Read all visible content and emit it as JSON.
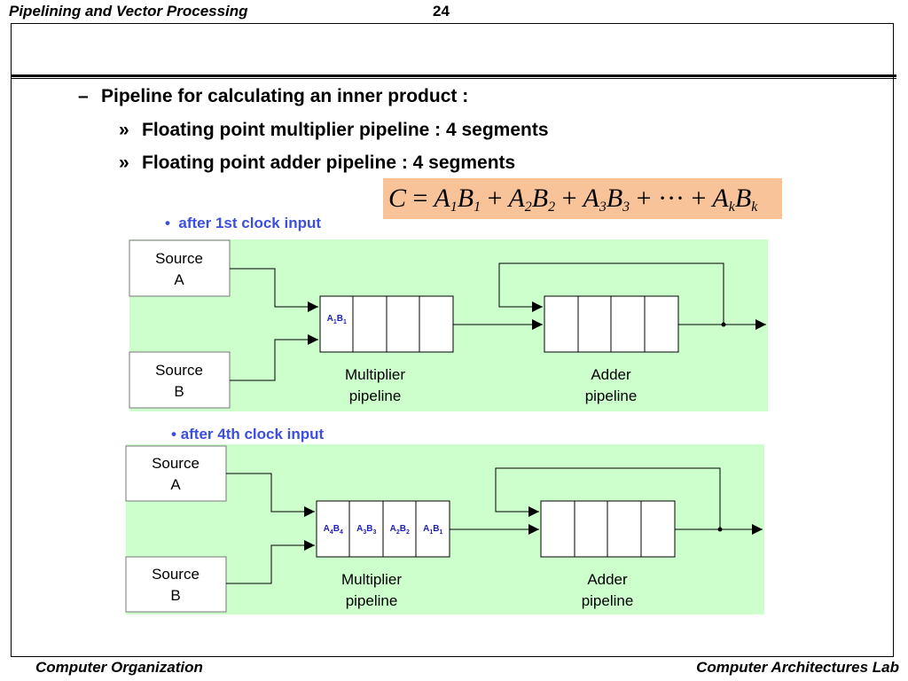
{
  "header": {
    "title": "Pipelining and Vector Processing",
    "page_number": "24"
  },
  "bullets": {
    "level1": {
      "marker": "–",
      "text": "Pipeline for calculating an inner product :"
    },
    "level2": [
      {
        "marker": "»",
        "text": "Floating point multiplier pipeline : 4 segments"
      },
      {
        "marker": "»",
        "text": "Floating point adder pipeline : 4 segments"
      }
    ]
  },
  "formula": "C = A1B1 + A2B2 + A3B3 + ··· + AkBk",
  "diagrams": [
    {
      "caption_marker": "•",
      "caption": "after 1st clock input",
      "source_a": [
        "Source",
        "A"
      ],
      "source_b": [
        "Source",
        "B"
      ],
      "multiplier_label": [
        "Multiplier",
        "pipeline"
      ],
      "adder_label": [
        "Adder",
        "pipeline"
      ],
      "multiplier_segments": [
        {
          "a": "1",
          "b": "1"
        },
        null,
        null,
        null
      ],
      "background_color": "#ccffcc"
    },
    {
      "caption_marker": "•",
      "caption": "after 4th clock input",
      "source_a": [
        "Source",
        "A"
      ],
      "source_b": [
        "Source",
        "B"
      ],
      "multiplier_label": [
        "Multiplier",
        "pipeline"
      ],
      "adder_label": [
        "Adder",
        "pipeline"
      ],
      "multiplier_segments": [
        {
          "a": "4",
          "b": "4"
        },
        {
          "a": "3",
          "b": "3"
        },
        {
          "a": "2",
          "b": "2"
        },
        {
          "a": "1",
          "b": "1"
        }
      ],
      "background_color": "#ccffcc"
    }
  ],
  "footer": {
    "left": "Computer Organization",
    "right": "Computer Architectures Lab"
  },
  "colors": {
    "caption_blue": "#3b4fe0",
    "segment_text_blue": "#1f1fb4",
    "formula_bg": "#f9c39a",
    "diagram_bg": "#ccffcc"
  }
}
